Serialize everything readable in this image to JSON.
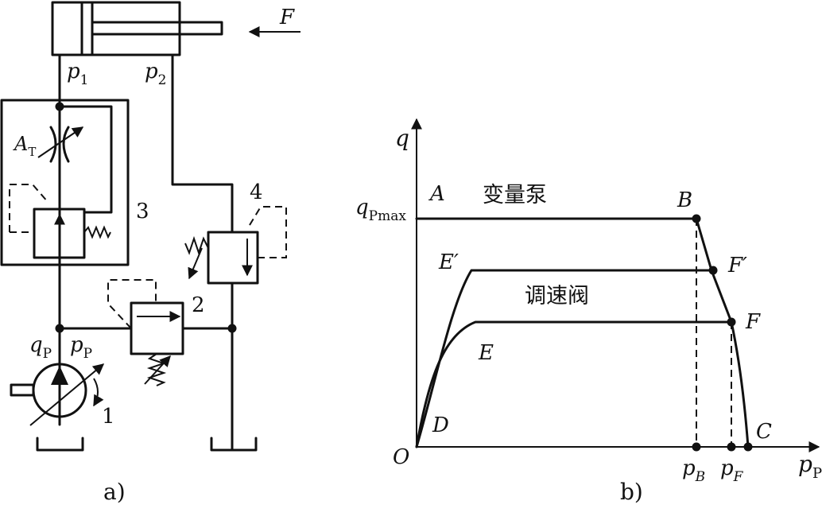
{
  "panel_a": {
    "caption": "a)",
    "force": "F",
    "p1": "p",
    "p1_sub": "1",
    "p2": "p",
    "p2_sub": "2",
    "throttle_area": "A",
    "throttle_area_sub": "T",
    "valve3": "3",
    "valve4": "4",
    "valve2": "2",
    "pump": "1",
    "qp": "q",
    "qp_sub": "P",
    "pp": "p",
    "pp_sub": "P"
  },
  "panel_b": {
    "caption": "b)",
    "y_axis": "q",
    "x_axis": "p",
    "x_axis_sub": "P",
    "origin": "O",
    "qpmax": "q",
    "qpmax_sub": "Pmax",
    "pump_curve_label": "变量泵",
    "valve_curve_label": "调速阀",
    "point_A": "A",
    "point_B": "B",
    "point_C": "C",
    "point_D": "D",
    "point_E": "E",
    "point_E_prime": "E′",
    "point_F": "F",
    "point_F_prime": "F′",
    "pB": "p",
    "pB_sub": "B",
    "pF": "p",
    "pF_sub": "F"
  }
}
